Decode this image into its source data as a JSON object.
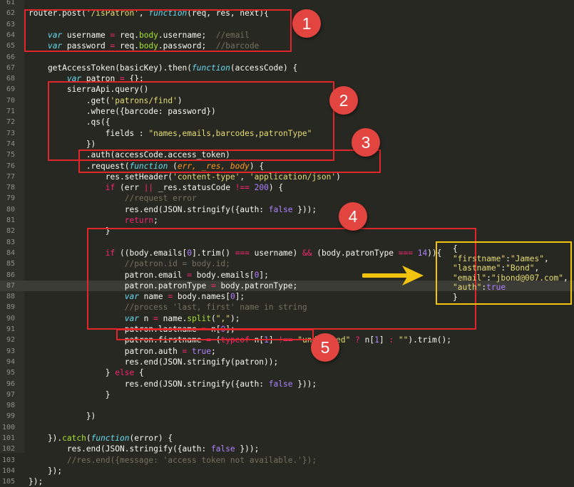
{
  "editor": {
    "current_line": 87,
    "lines": [
      {
        "n": "61",
        "segs": [
          {
            "t": ""
          }
        ]
      },
      {
        "n": "62",
        "segs": [
          {
            "t": "router.post("
          },
          {
            "t": "'/isPatron'",
            "c": "s"
          },
          {
            "t": ", "
          },
          {
            "t": "function",
            "c": "k"
          },
          {
            "t": "(req, res, next){"
          }
        ]
      },
      {
        "n": "63",
        "segs": [
          {
            "t": ""
          }
        ]
      },
      {
        "n": "64",
        "segs": [
          {
            "t": "    "
          },
          {
            "t": "var",
            "c": "k"
          },
          {
            "t": " username "
          },
          {
            "t": "=",
            "c": "op"
          },
          {
            "t": " req."
          },
          {
            "t": "body",
            "c": "f"
          },
          {
            "t": ".username;  "
          },
          {
            "t": "//email",
            "c": "c"
          }
        ]
      },
      {
        "n": "65",
        "segs": [
          {
            "t": "    "
          },
          {
            "t": "var",
            "c": "k"
          },
          {
            "t": " password "
          },
          {
            "t": "=",
            "c": "op"
          },
          {
            "t": " req."
          },
          {
            "t": "body",
            "c": "f"
          },
          {
            "t": ".password;  "
          },
          {
            "t": "//barcode",
            "c": "c"
          }
        ]
      },
      {
        "n": "66",
        "segs": [
          {
            "t": ""
          }
        ]
      },
      {
        "n": "67",
        "segs": [
          {
            "t": "    getAccessToken(basicKey).then("
          },
          {
            "t": "function",
            "c": "k"
          },
          {
            "t": "(accessCode) {"
          }
        ]
      },
      {
        "n": "68",
        "segs": [
          {
            "t": "        "
          },
          {
            "t": "var",
            "c": "k"
          },
          {
            "t": " patron "
          },
          {
            "t": "=",
            "c": "op"
          },
          {
            "t": " {};"
          }
        ]
      },
      {
        "n": "69",
        "segs": [
          {
            "t": "        sierraApi.query()"
          }
        ]
      },
      {
        "n": "70",
        "segs": [
          {
            "t": "            .get("
          },
          {
            "t": "'patrons/find'",
            "c": "s"
          },
          {
            "t": ")"
          }
        ]
      },
      {
        "n": "71",
        "segs": [
          {
            "t": "            .where({barcode: password})"
          }
        ]
      },
      {
        "n": "72",
        "segs": [
          {
            "t": "            .qs({"
          }
        ]
      },
      {
        "n": "73",
        "segs": [
          {
            "t": "                fields : "
          },
          {
            "t": "\"names,emails,barcodes,patronType\"",
            "c": "s"
          }
        ]
      },
      {
        "n": "74",
        "segs": [
          {
            "t": "            })"
          }
        ]
      },
      {
        "n": "75",
        "segs": [
          {
            "t": "            .auth(accessCode.access_token)"
          }
        ]
      },
      {
        "n": "76",
        "segs": [
          {
            "t": "            .request("
          },
          {
            "t": "function",
            "c": "k"
          },
          {
            "t": " ("
          },
          {
            "t": "err, _res, body",
            "c": "p"
          },
          {
            "t": ") {"
          }
        ]
      },
      {
        "n": "77",
        "segs": [
          {
            "t": "                res.setHeader("
          },
          {
            "t": "'content-type'",
            "c": "s"
          },
          {
            "t": ", "
          },
          {
            "t": "'application/json'",
            "c": "s"
          },
          {
            "t": ")"
          }
        ]
      },
      {
        "n": "78",
        "segs": [
          {
            "t": "                "
          },
          {
            "t": "if",
            "c": "op"
          },
          {
            "t": " (err "
          },
          {
            "t": "||",
            "c": "op"
          },
          {
            "t": " _res.statusCode "
          },
          {
            "t": "!==",
            "c": "op"
          },
          {
            "t": " "
          },
          {
            "t": "200",
            "c": "n"
          },
          {
            "t": ") {"
          }
        ]
      },
      {
        "n": "79",
        "segs": [
          {
            "t": "                    "
          },
          {
            "t": "//request error",
            "c": "c"
          }
        ]
      },
      {
        "n": "80",
        "segs": [
          {
            "t": "                    res.end(JSON.stringify({auth: "
          },
          {
            "t": "false",
            "c": "n"
          },
          {
            "t": " }));"
          }
        ]
      },
      {
        "n": "81",
        "segs": [
          {
            "t": "                    "
          },
          {
            "t": "return",
            "c": "op"
          },
          {
            "t": ";"
          }
        ]
      },
      {
        "n": "82",
        "segs": [
          {
            "t": "                }"
          }
        ]
      },
      {
        "n": "83",
        "segs": [
          {
            "t": ""
          }
        ]
      },
      {
        "n": "84",
        "segs": [
          {
            "t": "                "
          },
          {
            "t": "if",
            "c": "op"
          },
          {
            "t": " ((body.emails["
          },
          {
            "t": "0",
            "c": "n"
          },
          {
            "t": "].trim() "
          },
          {
            "t": "===",
            "c": "op"
          },
          {
            "t": " username) "
          },
          {
            "t": "&&",
            "c": "op"
          },
          {
            "t": " (body.patronType "
          },
          {
            "t": "===",
            "c": "op"
          },
          {
            "t": " "
          },
          {
            "t": "14",
            "c": "n"
          },
          {
            "t": ")){"
          }
        ]
      },
      {
        "n": "85",
        "segs": [
          {
            "t": "                    "
          },
          {
            "t": "//patron.id = body.id;",
            "c": "c"
          }
        ]
      },
      {
        "n": "86",
        "segs": [
          {
            "t": "                    patron.email "
          },
          {
            "t": "=",
            "c": "op"
          },
          {
            "t": " body.emails["
          },
          {
            "t": "0",
            "c": "n"
          },
          {
            "t": "];"
          }
        ]
      },
      {
        "n": "87",
        "segs": [
          {
            "t": "                    patron.patronType "
          },
          {
            "t": "=",
            "c": "op"
          },
          {
            "t": " body.patronType;"
          }
        ]
      },
      {
        "n": "88",
        "segs": [
          {
            "t": "                    "
          },
          {
            "t": "var",
            "c": "k"
          },
          {
            "t": " name "
          },
          {
            "t": "=",
            "c": "op"
          },
          {
            "t": " body.names["
          },
          {
            "t": "0",
            "c": "n"
          },
          {
            "t": "];"
          }
        ]
      },
      {
        "n": "89",
        "segs": [
          {
            "t": "                    "
          },
          {
            "t": "//process 'last, first' name in string",
            "c": "c"
          }
        ]
      },
      {
        "n": "90",
        "segs": [
          {
            "t": "                    "
          },
          {
            "t": "var",
            "c": "k"
          },
          {
            "t": " n "
          },
          {
            "t": "=",
            "c": "op"
          },
          {
            "t": " name."
          },
          {
            "t": "split",
            "c": "f"
          },
          {
            "t": "("
          },
          {
            "t": "\",\"",
            "c": "s"
          },
          {
            "t": ");"
          }
        ]
      },
      {
        "n": "91",
        "segs": [
          {
            "t": "                    patron.lastname "
          },
          {
            "t": "=",
            "c": "op"
          },
          {
            "t": " n["
          },
          {
            "t": "0",
            "c": "n"
          },
          {
            "t": "];"
          }
        ]
      },
      {
        "n": "92",
        "segs": [
          {
            "t": "                    patron.firstname "
          },
          {
            "t": "=",
            "c": "op"
          },
          {
            "t": " ("
          },
          {
            "t": "typeof",
            "c": "op"
          },
          {
            "t": " n["
          },
          {
            "t": "1",
            "c": "n"
          },
          {
            "t": "] "
          },
          {
            "t": "!==",
            "c": "op"
          },
          {
            "t": " "
          },
          {
            "t": "\"undefined\"",
            "c": "s"
          },
          {
            "t": " "
          },
          {
            "t": "?",
            "c": "op"
          },
          {
            "t": " n["
          },
          {
            "t": "1",
            "c": "n"
          },
          {
            "t": "] "
          },
          {
            "t": ":",
            "c": "op"
          },
          {
            "t": " "
          },
          {
            "t": "\"\"",
            "c": "s"
          },
          {
            "t": ").trim();"
          }
        ]
      },
      {
        "n": "93",
        "segs": [
          {
            "t": "                    patron.auth "
          },
          {
            "t": "=",
            "c": "op"
          },
          {
            "t": " "
          },
          {
            "t": "true",
            "c": "n"
          },
          {
            "t": ";"
          }
        ]
      },
      {
        "n": "94",
        "segs": [
          {
            "t": "                    res.end(JSON.stringify(patron));"
          }
        ]
      },
      {
        "n": "95",
        "segs": [
          {
            "t": "                } "
          },
          {
            "t": "else",
            "c": "op"
          },
          {
            "t": " {"
          }
        ]
      },
      {
        "n": "96",
        "segs": [
          {
            "t": "                    res.end(JSON.stringify({auth: "
          },
          {
            "t": "false",
            "c": "n"
          },
          {
            "t": " }));"
          }
        ]
      },
      {
        "n": "97",
        "segs": [
          {
            "t": "                }"
          }
        ]
      },
      {
        "n": "98",
        "segs": [
          {
            "t": ""
          }
        ]
      },
      {
        "n": "99",
        "segs": [
          {
            "t": "            })"
          }
        ]
      },
      {
        "n": "100",
        "segs": [
          {
            "t": ""
          }
        ]
      },
      {
        "n": "101",
        "segs": [
          {
            "t": "    })."
          },
          {
            "t": "catch",
            "c": "f"
          },
          {
            "t": "("
          },
          {
            "t": "function",
            "c": "k"
          },
          {
            "t": "(error) {"
          }
        ]
      },
      {
        "n": "102",
        "segs": [
          {
            "t": "        res.end(JSON.stringify({auth: "
          },
          {
            "t": "false",
            "c": "n"
          },
          {
            "t": " }));"
          }
        ]
      },
      {
        "n": "103",
        "segs": [
          {
            "t": "        "
          },
          {
            "t": "//res.end({message: 'access token not available.'});",
            "c": "c"
          }
        ]
      },
      {
        "n": "104",
        "segs": [
          {
            "t": "    });"
          }
        ]
      },
      {
        "n": "105",
        "segs": [
          {
            "t": "});"
          }
        ]
      }
    ]
  },
  "callouts": [
    {
      "num": "1"
    },
    {
      "num": "2"
    },
    {
      "num": "3"
    },
    {
      "num": "4"
    },
    {
      "num": "5"
    }
  ],
  "json_output": {
    "lines": [
      [
        {
          "t": "{"
        }
      ],
      [
        {
          "t": "\"firstname\"",
          "c": "s"
        },
        {
          "t": ":"
        },
        {
          "t": "\"James\"",
          "c": "s"
        },
        {
          "t": ","
        }
      ],
      [
        {
          "t": "\"lastname\"",
          "c": "s"
        },
        {
          "t": ":"
        },
        {
          "t": "\"Bond\"",
          "c": "s"
        },
        {
          "t": ","
        }
      ],
      [
        {
          "t": "\"email\"",
          "c": "s"
        },
        {
          "t": ":"
        },
        {
          "t": "\"jbond@007.com\"",
          "c": "s"
        },
        {
          "t": ","
        }
      ],
      [
        {
          "t": "\"auth\"",
          "c": "s"
        },
        {
          "t": ":"
        },
        {
          "t": "true",
          "c": "n"
        }
      ],
      [
        {
          "t": "}"
        }
      ]
    ]
  },
  "colors": {
    "background": "#272822",
    "callout_red": "#e0262b",
    "output_border": "#f2c40f",
    "arrow": "#f2c40f"
  }
}
